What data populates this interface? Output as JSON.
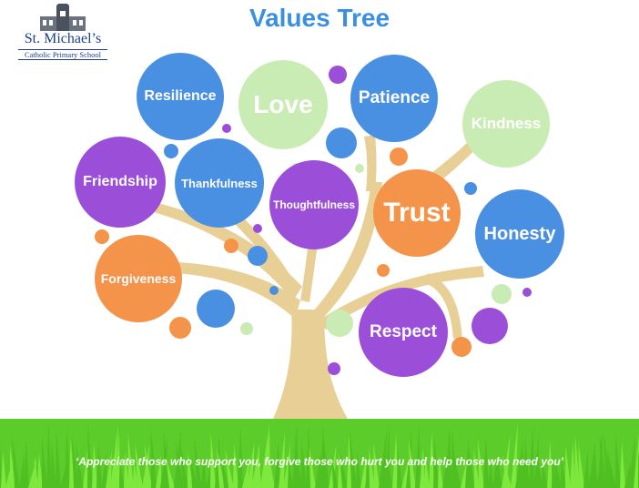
{
  "school": {
    "name": "St. Michael’s",
    "subtitle": "Catholic Primary School"
  },
  "title": "Values Tree",
  "colors": {
    "blue": "#4a90e2",
    "purple": "#9b4fd9",
    "orange": "#f4934a",
    "green": "#c9ecb4",
    "trunk": "#e8cf96",
    "grass": "#6fdc2e",
    "title": "#3b8fe0"
  },
  "values": [
    {
      "label": "Resilience",
      "color": "blue"
    },
    {
      "label": "Love",
      "color": "green"
    },
    {
      "label": "Patience",
      "color": "blue"
    },
    {
      "label": "Kindness",
      "color": "green"
    },
    {
      "label": "Friendship",
      "color": "purple"
    },
    {
      "label": "Thankfulness",
      "color": "blue"
    },
    {
      "label": "Thoughtfulness",
      "color": "purple"
    },
    {
      "label": "Trust",
      "color": "orange"
    },
    {
      "label": "Honesty",
      "color": "blue"
    },
    {
      "label": "Forgiveness",
      "color": "orange"
    },
    {
      "label": "Respect",
      "color": "purple"
    }
  ],
  "motto": "‘Appreciate those who support you, forgive those who hurt you and help those who need you’"
}
